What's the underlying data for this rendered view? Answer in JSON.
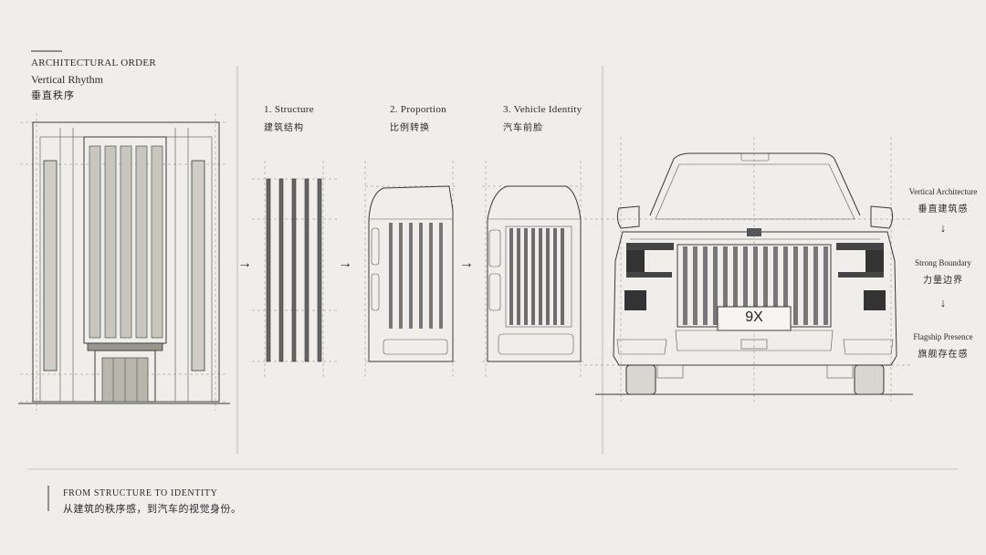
{
  "header": {
    "title": "ARCHITECTURAL ORDER",
    "subtitle_en": "Vertical Rhythm",
    "subtitle_cn": "垂直秩序"
  },
  "steps": [
    {
      "label_en": "1. Structure",
      "label_cn": "建筑结构"
    },
    {
      "label_en": "2. Proportion",
      "label_cn": "比例转换"
    },
    {
      "label_en": "3. Vehicle Identity",
      "label_cn": "汽车前脸"
    }
  ],
  "car": {
    "plate": "9X"
  },
  "side_notes": [
    {
      "en": "Vertical Architecture",
      "cn": "垂直建筑感"
    },
    {
      "en": "Strong Boundary",
      "cn": "力量边界"
    },
    {
      "en": "Flagship Presence",
      "cn": "旗舰存在感"
    }
  ],
  "footer": {
    "title": "FROM STRUCTURE TO IDENTITY",
    "text_cn": "从建筑的秩序感，到汽车的视觉身份。"
  },
  "arrows": [
    "→",
    "→",
    "→"
  ],
  "down_arrows": [
    "↓",
    "↓"
  ]
}
